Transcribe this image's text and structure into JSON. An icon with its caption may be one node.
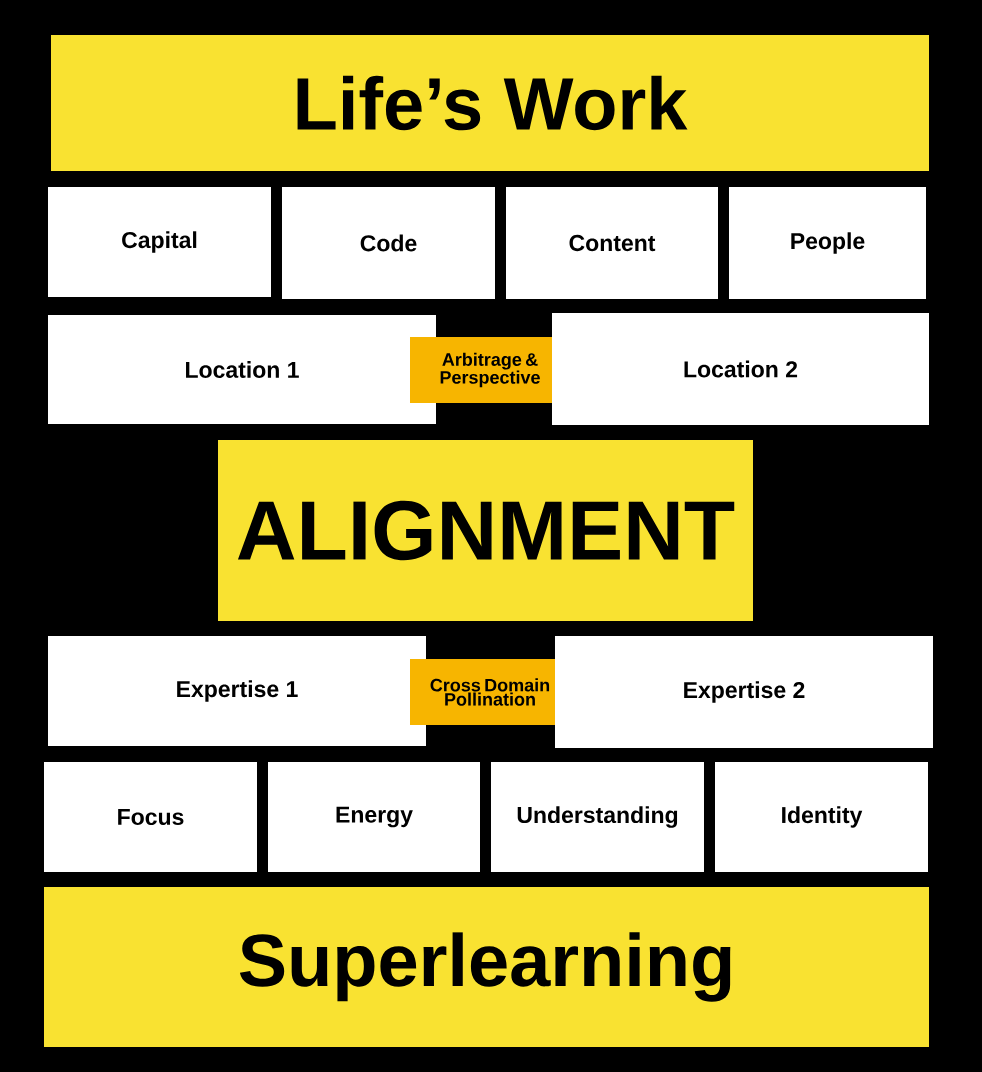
{
  "diagram": {
    "nodes": [
      {
        "text": [
          "Life’s Work"
        ]
      },
      {
        "text": [
          "Capital"
        ]
      },
      {
        "text": [
          "Code"
        ]
      },
      {
        "text": [
          "Content"
        ]
      },
      {
        "text": [
          "People"
        ]
      },
      {
        "text": [
          "Location 1"
        ]
      },
      {
        "text": [
          "Arbitrage & Perspective"
        ]
      },
      {
        "text": [
          "Location 2"
        ]
      },
      {
        "text": [
          "ALIGNMENT"
        ]
      },
      {
        "text": [
          "Expertise 1"
        ]
      },
      {
        "text": [
          "Cross Domain Pollination"
        ]
      },
      {
        "text": [
          "Expertise 2"
        ]
      },
      {
        "text": [
          "Focus"
        ]
      },
      {
        "text": [
          "Energy"
        ]
      },
      {
        "text": [
          "Understanding"
        ]
      },
      {
        "text": [
          "Identity"
        ]
      },
      {
        "text": [
          "Superlearning"
        ]
      }
    ]
  }
}
